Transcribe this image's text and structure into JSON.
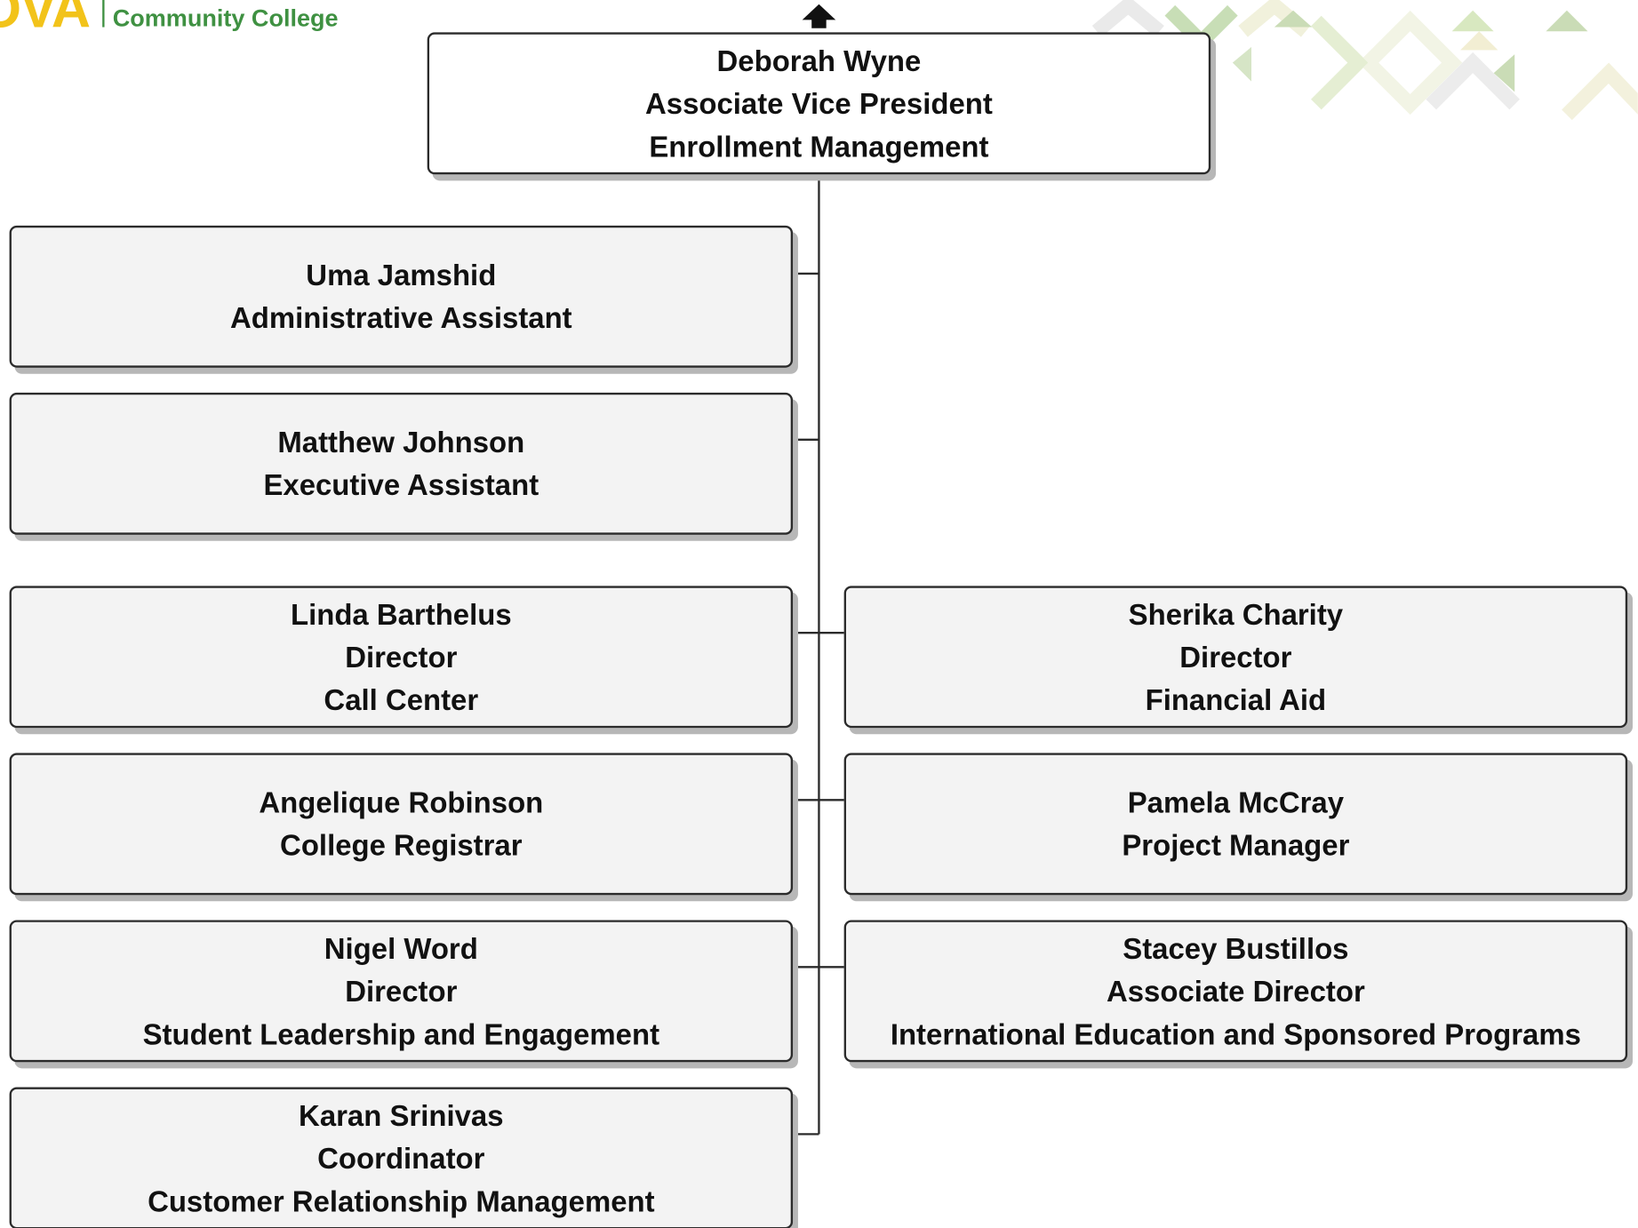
{
  "logo": {
    "mark": "OVA",
    "text": "Community College"
  },
  "chart": {
    "root": {
      "name": "Deborah Wyne",
      "title": "Associate Vice President",
      "dept": "Enrollment Management"
    },
    "left": [
      {
        "name": "Uma Jamshid",
        "title": "Administrative Assistant"
      },
      {
        "name": "Matthew Johnson",
        "title": "Executive Assistant"
      },
      {
        "name": "Linda Barthelus",
        "title": "Director",
        "dept": "Call Center"
      },
      {
        "name": "Angelique Robinson",
        "title": "College Registrar"
      },
      {
        "name": "Nigel Word",
        "title": "Director",
        "dept": "Student Leadership and Engagement"
      },
      {
        "name": "Karan Srinivas",
        "title": "Coordinator",
        "dept": "Customer Relationship Management"
      }
    ],
    "right": [
      {
        "name": "Sherika Charity",
        "title": "Director",
        "dept": "Financial Aid"
      },
      {
        "name": "Pamela McCray",
        "title": "Project Manager"
      },
      {
        "name": "Stacey Bustillos",
        "title": "Associate Director",
        "dept": "International Education and Sponsored Programs"
      }
    ]
  },
  "colors": {
    "logo_yellow": "#f2c31a",
    "logo_green": "#3f9142",
    "box_fill": "#f3f3f3",
    "root_fill": "#ffffff",
    "border": "#2b2b2b",
    "shadow": "#b7b7b7",
    "connector": "#2b2b2b"
  }
}
